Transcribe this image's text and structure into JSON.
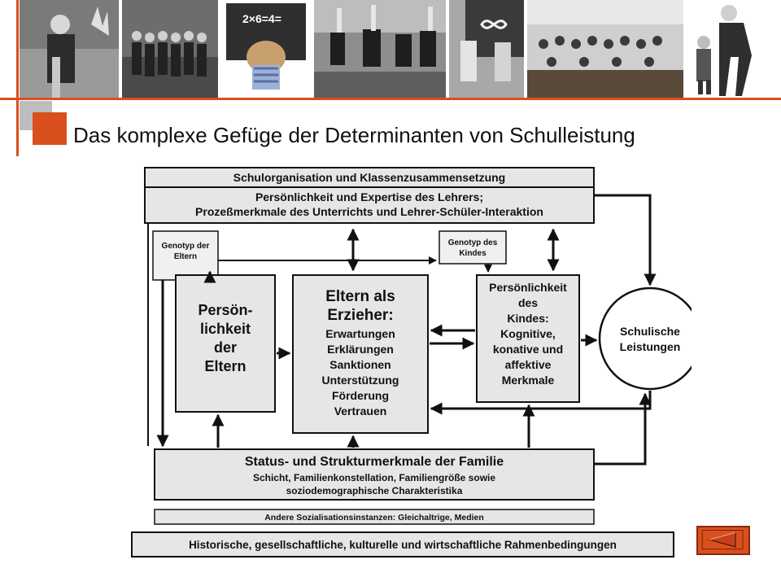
{
  "slide": {
    "title": "Das komplexe Gefüge der Determinanten von Schulleistung"
  },
  "photo_strip": {
    "blackboard_math": "2×6=4="
  },
  "colors": {
    "accent": "#d9501e",
    "deco_gray": "#bdbdbd",
    "diagram_box": "#e6e6e6",
    "diagram_box_light": "#f0f0f0"
  },
  "diagram": {
    "top_bar1": "Schulorganisation und Klassenzusammensetzung",
    "top_bar2_line1": "Persönlichkeit und Expertise des Lehrers;",
    "top_bar2_line2": "Prozeßmerkmale des Unterrichts und Lehrer-Schüler-Interaktion",
    "genotype_parents_line1": "Genotyp der",
    "genotype_parents_line2": "Eltern",
    "genotype_child_line1": "Genotyp des",
    "genotype_child_line2": "Kindes",
    "personality_parents": [
      "Persön-",
      "lichkeit",
      "der",
      "Eltern"
    ],
    "parents_educators_title": [
      "Eltern als",
      "Erzieher:"
    ],
    "parents_educators_items": [
      "Erwartungen",
      "Erklärungen",
      "Sanktionen",
      "Unterstützung",
      "Förderung",
      "Vertrauen"
    ],
    "child_personality": [
      "Persönlichkeit",
      "des",
      "Kindes:",
      "Kognitive,",
      "konative und",
      "affektive",
      "Merkmale"
    ],
    "school_achievement": [
      "Schulische",
      "Leistungen"
    ],
    "family_status_title": "Status- und Strukturmerkmale der Familie",
    "family_status_line1": "Schicht, Familienkonstellation, Familiengröße sowie",
    "family_status_line2": "soziodemographische Charakteristika",
    "other_agents": "Andere Sozialisationsinstanzen: Gleichaltrige, Medien",
    "framework": "Historische, gesellschaftliche, kulturelle und wirtschaftliche Rahmenbedingungen"
  },
  "navigation": {
    "back_icon": "triangle-left-icon"
  }
}
